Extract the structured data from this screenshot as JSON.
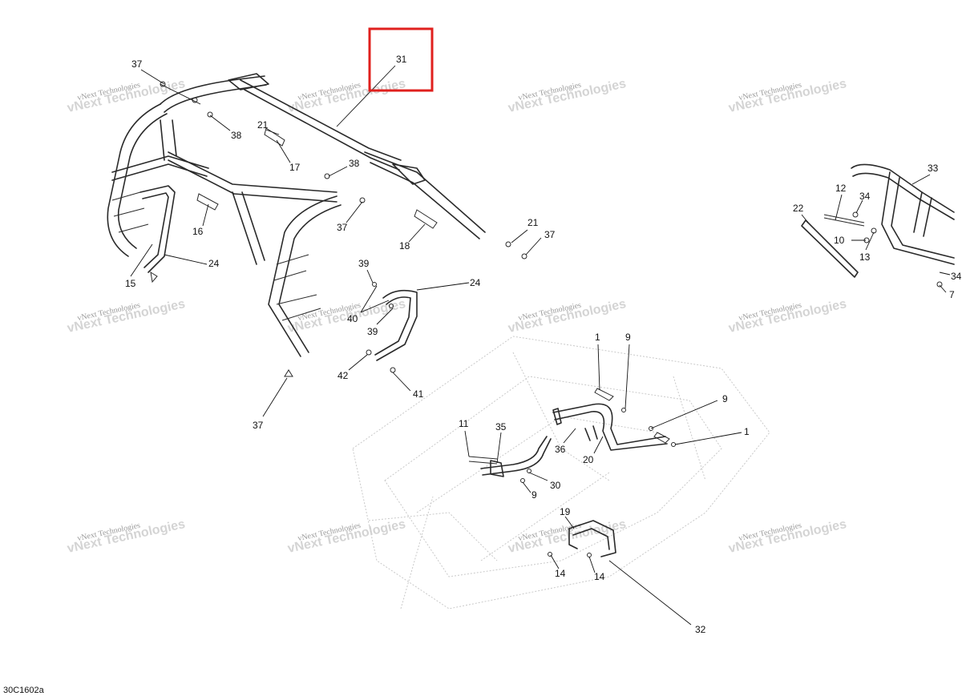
{
  "diagram_code": "30C1602a",
  "watermark": {
    "line1": "vNext Technologies",
    "line2": "vNext Technologies"
  },
  "highlight_color": "#e0201e",
  "callouts": {
    "c31": "31",
    "c37a": "37",
    "c38a": "38",
    "c21a": "21",
    "c17": "17",
    "c38b": "38",
    "c37b": "37",
    "c16": "16",
    "c24a": "24",
    "c15": "15",
    "c18": "18",
    "c21b": "21",
    "c37c": "37",
    "c39a": "39",
    "c24b": "24",
    "c40": "40",
    "c39b": "39",
    "c42": "42",
    "c41": "41",
    "c37d": "37",
    "c33": "33",
    "c22": "22",
    "c12": "12",
    "c34a": "34",
    "c10": "10",
    "c13": "13",
    "c34b": "34",
    "c7": "7",
    "c1a": "1",
    "c9a": "9",
    "c9b": "9",
    "c1b": "1",
    "c36": "36",
    "c20": "20",
    "c11": "11",
    "c35": "35",
    "c30": "30",
    "c9c": "9",
    "c19": "19",
    "c14a": "14",
    "c14b": "14",
    "c32": "32"
  }
}
